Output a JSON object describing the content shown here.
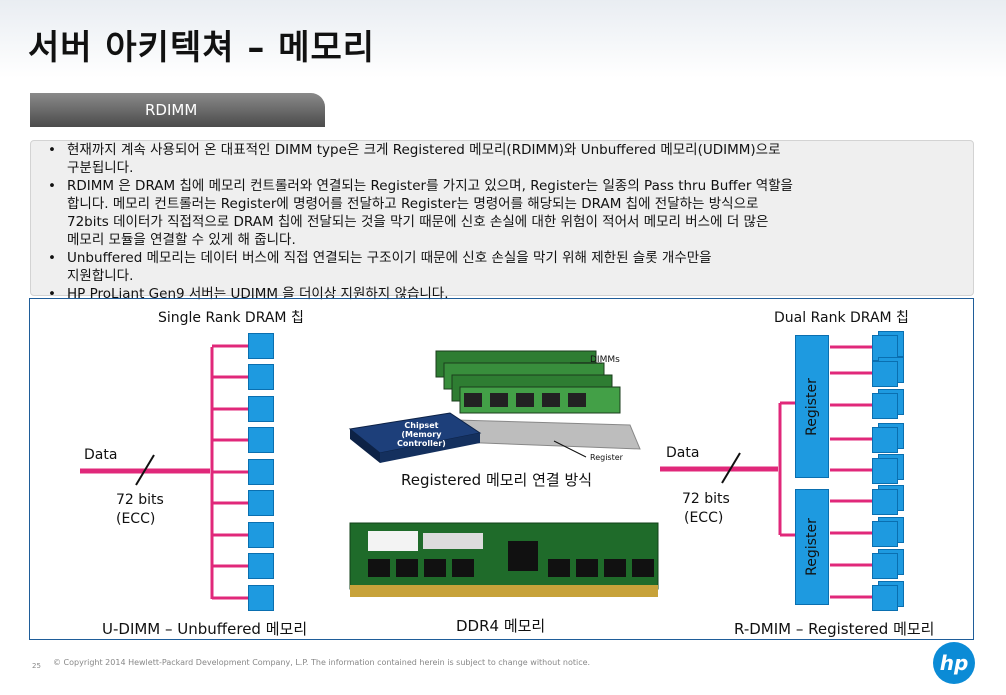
{
  "header": {
    "title": "서버 아키텍쳐 – 메모리"
  },
  "section_tab": {
    "label": "RDIMM"
  },
  "bullets": [
    {
      "lines": [
        "현재까지 계속 사용되어 온 대표적인 DIMM type은 크게 Registered 메모리(RDIMM)와 Unbuffered 메모리(UDIMM)으로",
        "구분됩니다."
      ]
    },
    {
      "lines": [
        "RDIMM 은 DRAM 칩에 메모리 컨트롤러와 연결되는 Register를 가지고 있으며, Register는 일종의 Pass thru Buffer 역할을",
        "합니다. 메모리 컨트롤러는 Register에 명령어를 전달하고 Register는 명령어를 해당되는 DRAM 칩에 전달하는 방식으로",
        "72bits 데이터가 직접적으로 DRAM 칩에 전달되는 것을 막기 때문에 신호 손실에 대한 위험이 적어서 메모리 버스에 더 많은",
        "메모리 모듈을 연결할 수 있게 해 줍니다."
      ]
    },
    {
      "lines": [
        "Unbuffered 메모리는 데이터 버스에 직접 연결되는 구조이기 때문에 신호 손실을 막기 위해 제한된 슬롯 개수만을",
        "지원합니다."
      ]
    },
    {
      "lines": [
        "HP ProLiant Gen9 서버는 UDIMM 을 더이상 지원하지 않습니다."
      ]
    }
  ],
  "diagram": {
    "udimm": {
      "chip_label": "Single Rank DRAM 칩",
      "data_label": "Data",
      "bits_label": "72 bits",
      "ecc_label": "(ECC)",
      "caption": "U-DIMM – Unbuffered 메모리"
    },
    "center": {
      "dimms_label": "DIMMs",
      "chipset_label": "Chipset\n(Memory\nController)",
      "register_label": "Register",
      "method_caption": "Registered 메모리 연결 방식",
      "module_caption": "DDR4 메모리"
    },
    "rdimm": {
      "chip_label": "Dual Rank DRAM 칩",
      "data_label": "Data",
      "bits_label": "72 bits",
      "ecc_label": "(ECC)",
      "register_top": "Register",
      "register_bottom": "Register",
      "caption": "R-DMIM – Registered 메모리"
    },
    "colors": {
      "bus": "#e0287a",
      "chip": "#1e9ae0",
      "border": "#1f5d99"
    }
  },
  "footer": {
    "page_number": "25",
    "copyright": "© Copyright 2014 Hewlett-Packard Development Company, L.P. The information contained herein is subject to change without notice.",
    "logo_text": "hp"
  }
}
